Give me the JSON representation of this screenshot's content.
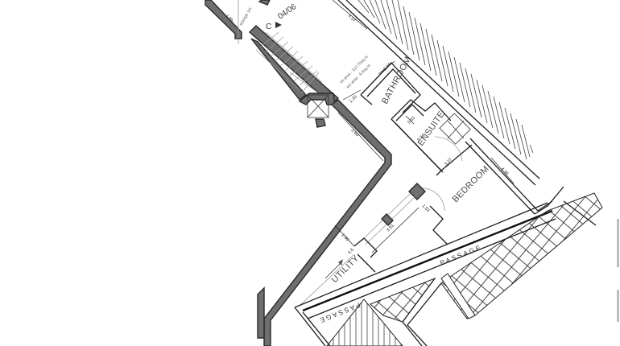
{
  "drawing": {
    "type": "architectural floor plan (partial, rotated)",
    "background": "#ffffff",
    "colors": {
      "wall_fill": "#6f6f6f",
      "line": "#1e1e1e",
      "text": "#4a4a4a"
    }
  },
  "rooms": {
    "bathroom": "BATHROOM",
    "ensuite": "ENSUITE",
    "bedroom": "BEDROOM",
    "utility": "UTILITY",
    "passage_upper": "PASSAGE",
    "passage_lower": "PASSAGE"
  },
  "section_marker": {
    "letter": "C",
    "sheet": "04/06"
  },
  "notes": {
    "area_line1": "int area - 112.70sq m",
    "area_line2": "ext area - 6.6sq m",
    "storage": "storage 1m"
  },
  "dimensions": {
    "d_top_left": "1.55",
    "d_top": "4.37",
    "d_bath_width": "2.04",
    "d_bath_left": "1.20",
    "d_corridor": "2.60",
    "d_ensuite": "0.61",
    "d_ensuite_len": "2.34",
    "d_ensuite_bottom": "3.27",
    "d_bedroom_right": "4.36",
    "d_bedroom_door": "1.53",
    "d_window": "3.51",
    "d_utility": "1.30",
    "d_utility_small": "4.6"
  }
}
